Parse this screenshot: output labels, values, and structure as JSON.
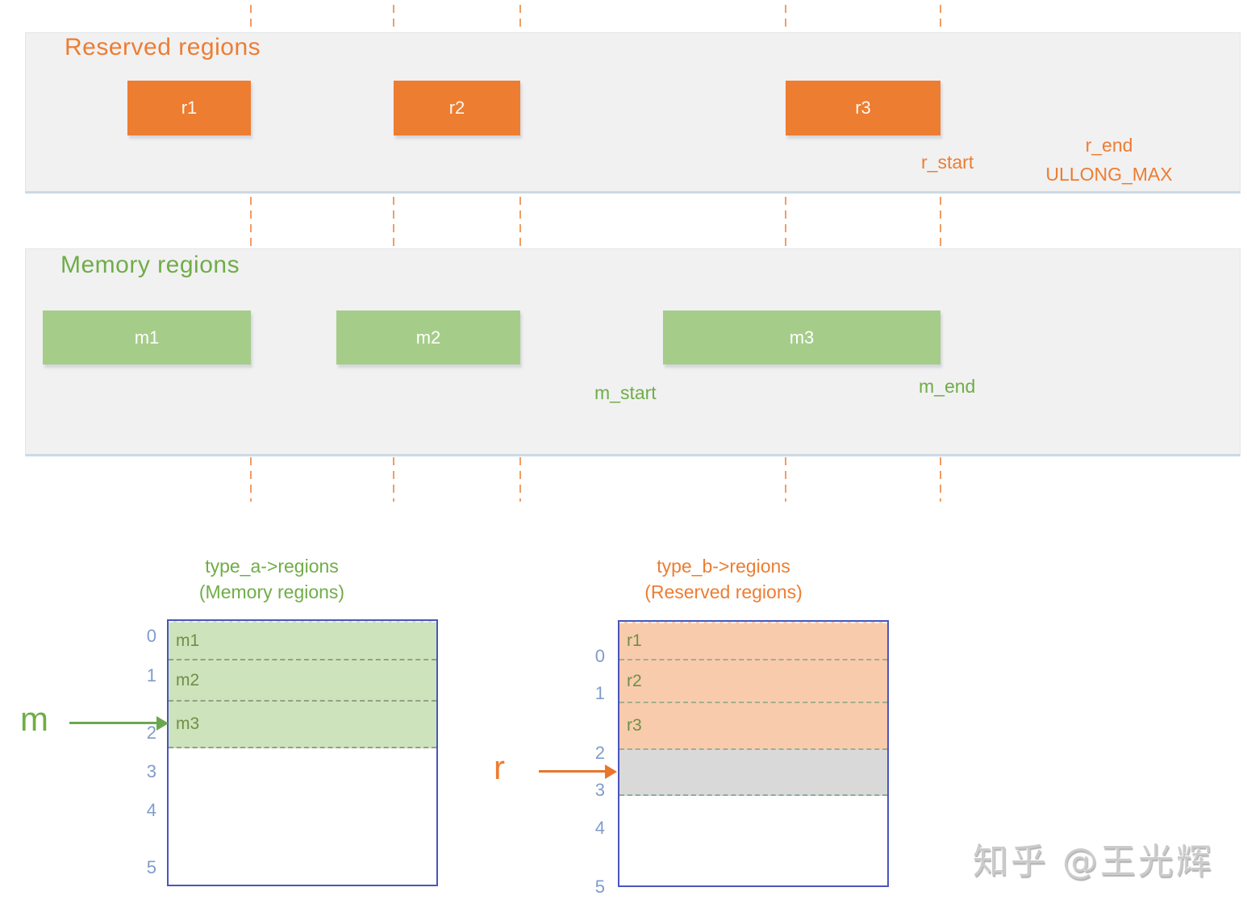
{
  "top_panel": {
    "title": "Reserved regions",
    "blocks": [
      {
        "label": "r1"
      },
      {
        "label": "r2"
      },
      {
        "label": "r3"
      }
    ],
    "r_start_label": "r_start",
    "r_end_line1": "r_end",
    "r_end_line2": "ULLONG_MAX"
  },
  "middle_panel": {
    "title": "Memory regions",
    "blocks": [
      {
        "label": "m1"
      },
      {
        "label": "m2"
      },
      {
        "label": "m3"
      }
    ],
    "m_start_label": "m_start",
    "m_end_label": "m_end"
  },
  "left_table": {
    "title_line1": "type_a->regions",
    "title_line2": "(Memory regions)",
    "rows": [
      "m1",
      "m2",
      "m3"
    ],
    "indices": [
      "0",
      "1",
      "2",
      "3",
      "4",
      "5"
    ],
    "pointer_label": "m"
  },
  "right_table": {
    "title_line1": "type_b->regions",
    "title_line2": "(Reserved regions)",
    "rows": [
      "r1",
      "r2",
      "r3"
    ],
    "indices": [
      "0",
      "1",
      "2",
      "3",
      "4",
      "5"
    ],
    "pointer_label": "r"
  },
  "watermark": "知乎 @王光辉",
  "colors": {
    "accent_orange": "#ed7d31",
    "accent_green": "#70ad47",
    "orange_fill_light": "#f8cbad",
    "green_fill_light": "#cde3bc",
    "gray_fill": "#d9d9d9",
    "table_border_blue": "#4a55bb",
    "index_blue": "#7f9ccb",
    "panel_gray": "#f1f1f2"
  }
}
